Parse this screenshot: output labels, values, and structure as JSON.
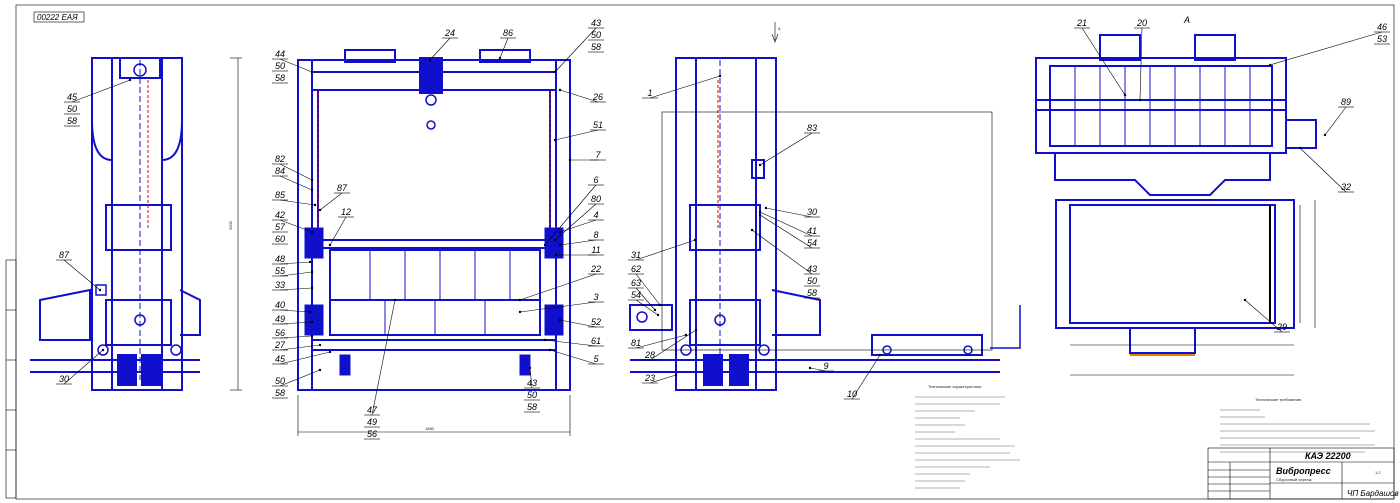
{
  "drawing": {
    "corner_code": "00222 ЕАЯ",
    "view_mark": "А",
    "view_arrow_mark": "А",
    "stamp": {
      "designation": "КАЭ 22200",
      "title": "Вибропресс",
      "subtitle": "Сборочный чертеж",
      "org": "ЧП Бардашов В",
      "scale": "1:2"
    },
    "notes_left_title": "Технические характеристики",
    "notes_right_title": "Технические требования"
  },
  "callouts": {
    "v1": [
      [
        "45",
        "50",
        "58"
      ],
      [
        "87"
      ],
      [
        "30"
      ]
    ],
    "v2": [
      [
        "44",
        "50",
        "58"
      ],
      [
        "24"
      ],
      [
        "86"
      ],
      [
        "43",
        "50",
        "58"
      ],
      [
        "26"
      ],
      [
        "51"
      ],
      [
        "7"
      ],
      [
        "82"
      ],
      [
        "84"
      ],
      [
        "85"
      ],
      [
        "87"
      ],
      [
        "42",
        "57",
        "60"
      ],
      [
        "12"
      ],
      [
        "6"
      ],
      [
        "80"
      ],
      [
        "4"
      ],
      [
        "8"
      ],
      [
        "11"
      ],
      [
        "22"
      ],
      [
        "48"
      ],
      [
        "55"
      ],
      [
        "33"
      ],
      [
        "3"
      ],
      [
        "40"
      ],
      [
        "49"
      ],
      [
        "56"
      ],
      [
        "52"
      ],
      [
        "27"
      ],
      [
        "61"
      ],
      [
        "45"
      ],
      [
        "5"
      ],
      [
        "50",
        "58"
      ],
      [
        "47",
        "49",
        "56"
      ],
      [
        "43",
        "50",
        "58"
      ]
    ],
    "v3": [
      [
        "1"
      ],
      [
        "83"
      ],
      [
        "30"
      ],
      [
        "41"
      ],
      [
        "54"
      ],
      [
        "31"
      ],
      [
        "43",
        "50",
        "58"
      ],
      [
        "62"
      ],
      [
        "63"
      ],
      [
        "54"
      ],
      [
        "81"
      ],
      [
        "28"
      ],
      [
        "23"
      ],
      [
        "9"
      ],
      [
        "10"
      ]
    ],
    "v4": [
      [
        "21"
      ],
      [
        "20"
      ],
      [
        "46",
        "53"
      ],
      [
        "89"
      ],
      [
        "32"
      ],
      [
        "29"
      ]
    ]
  },
  "dimensions": {
    "v2_width": "1880",
    "v1_height": "3000"
  }
}
